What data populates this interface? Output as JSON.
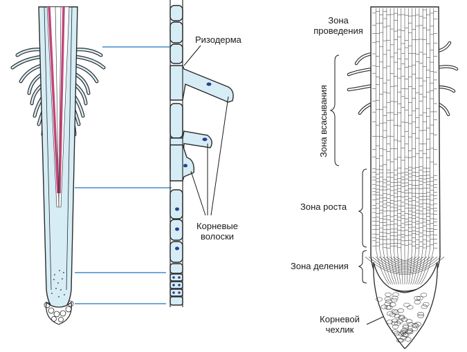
{
  "labels": {
    "rhizoderm": "Ризодерма",
    "root_hairs_line1": "Корневые",
    "root_hairs_line2": "волоски",
    "zone_conduction_line1": "Зона",
    "zone_conduction_line2": "проведения",
    "zone_absorption": "Зона всасывания",
    "zone_growth": "Зона роста",
    "zone_division": "Зона деления",
    "root_cap_line1": "Корневой",
    "root_cap_line2": "чехлик"
  },
  "colors": {
    "tissue_fill": "#d6edf6",
    "outline": "#2a2a2a",
    "vascular": "#c2457a",
    "guide_line": "#6fa8d8",
    "nucleus": "#2b3f8f",
    "cell_lines": "#3a3a3a"
  }
}
